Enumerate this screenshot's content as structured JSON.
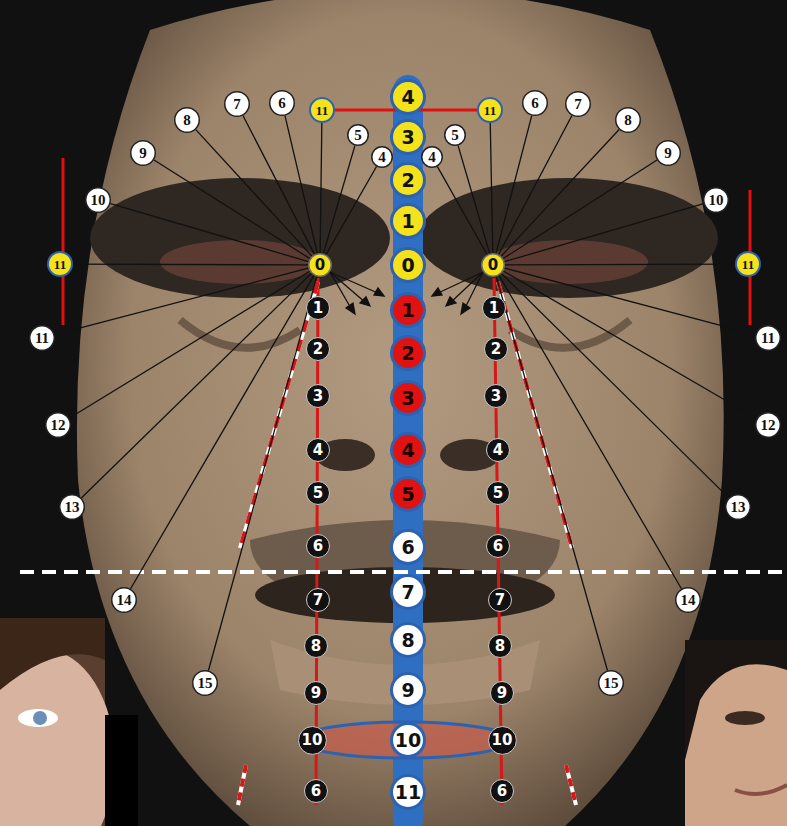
{
  "diagram": {
    "nodes": [
      {
        "text": [
          "4"
        ]
      },
      {
        "text": [
          "3"
        ]
      },
      {
        "text": [
          "2"
        ]
      },
      {
        "text": [
          "1"
        ]
      },
      {
        "text": [
          "0"
        ]
      },
      {
        "text": [
          "1"
        ]
      },
      {
        "text": [
          "2"
        ]
      },
      {
        "text": [
          "3"
        ]
      },
      {
        "text": [
          "4"
        ]
      },
      {
        "text": [
          "5"
        ]
      },
      {
        "text": [
          "6"
        ]
      },
      {
        "text": [
          "7"
        ]
      },
      {
        "text": [
          "8"
        ]
      },
      {
        "text": [
          "9"
        ]
      },
      {
        "text": [
          "10"
        ]
      },
      {
        "text": [
          "11"
        ]
      },
      {
        "text": [
          "0"
        ]
      },
      {
        "text": [
          "0"
        ]
      },
      {
        "text": [
          "4"
        ]
      },
      {
        "text": [
          "5"
        ]
      },
      {
        "text": [
          "11"
        ]
      },
      {
        "text": [
          "6"
        ]
      },
      {
        "text": [
          "7"
        ]
      },
      {
        "text": [
          "8"
        ]
      },
      {
        "text": [
          "9"
        ]
      },
      {
        "text": [
          "10"
        ]
      },
      {
        "text": [
          "11"
        ]
      },
      {
        "text": [
          "11"
        ]
      },
      {
        "text": [
          "12"
        ]
      },
      {
        "text": [
          "13"
        ]
      },
      {
        "text": [
          "14"
        ]
      },
      {
        "text": [
          "15"
        ]
      },
      {
        "text": [
          "4"
        ]
      },
      {
        "text": [
          "5"
        ]
      },
      {
        "text": [
          "11"
        ]
      },
      {
        "text": [
          "6"
        ]
      },
      {
        "text": [
          "7"
        ]
      },
      {
        "text": [
          "8"
        ]
      },
      {
        "text": [
          "9"
        ]
      },
      {
        "text": [
          "10"
        ]
      },
      {
        "text": [
          "11"
        ]
      },
      {
        "text": [
          "11"
        ]
      },
      {
        "text": [
          "12"
        ]
      },
      {
        "text": [
          "13"
        ]
      },
      {
        "text": [
          "14"
        ]
      },
      {
        "text": [
          "15"
        ]
      },
      {
        "text": [
          "1"
        ]
      },
      {
        "text": [
          "2"
        ]
      },
      {
        "text": [
          "3"
        ]
      },
      {
        "text": [
          "4"
        ]
      },
      {
        "text": [
          "5"
        ]
      },
      {
        "text": [
          "6"
        ]
      },
      {
        "text": [
          "7"
        ]
      },
      {
        "text": [
          "8"
        ]
      },
      {
        "text": [
          "9"
        ]
      },
      {
        "text": [
          "10"
        ]
      },
      {
        "text": [
          "6"
        ]
      },
      {
        "text": [
          "1"
        ]
      },
      {
        "text": [
          "2"
        ]
      },
      {
        "text": [
          "3"
        ]
      },
      {
        "text": [
          "4"
        ]
      },
      {
        "text": [
          "5"
        ]
      },
      {
        "text": [
          "6"
        ]
      },
      {
        "text": [
          "7"
        ]
      },
      {
        "text": [
          "8"
        ]
      },
      {
        "text": [
          "9"
        ]
      },
      {
        "text": [
          "10"
        ]
      },
      {
        "text": [
          "6"
        ]
      }
    ],
    "edges": [
      {
        "from": 16,
        "to": 18,
        "arrow": "none"
      },
      {
        "from": 16,
        "to": 19,
        "arrow": "none"
      },
      {
        "from": 16,
        "to": 20,
        "arrow": "none"
      },
      {
        "from": 16,
        "to": 21,
        "arrow": "none"
      },
      {
        "from": 16,
        "to": 22,
        "arrow": "none"
      },
      {
        "from": 16,
        "to": 23,
        "arrow": "none"
      },
      {
        "from": 16,
        "to": 24,
        "arrow": "none"
      },
      {
        "from": 16,
        "to": 25,
        "arrow": "none"
      },
      {
        "from": 16,
        "to": 26,
        "arrow": "none"
      },
      {
        "from": 16,
        "to": 27,
        "arrow": "none"
      },
      {
        "from": 16,
        "to": 28,
        "arrow": "none"
      },
      {
        "from": 16,
        "to": 29,
        "arrow": "none"
      },
      {
        "from": 16,
        "to": 30,
        "arrow": "none"
      },
      {
        "from": 16,
        "to": 31,
        "arrow": "none"
      },
      {
        "from": 17,
        "to": 32,
        "arrow": "none"
      },
      {
        "from": 17,
        "to": 33,
        "arrow": "none"
      },
      {
        "from": 17,
        "to": 34,
        "arrow": "none"
      },
      {
        "from": 17,
        "to": 35,
        "arrow": "none"
      },
      {
        "from": 17,
        "to": 36,
        "arrow": "none"
      },
      {
        "from": 17,
        "to": 37,
        "arrow": "none"
      },
      {
        "from": 17,
        "to": 38,
        "arrow": "none"
      },
      {
        "from": 17,
        "to": 39,
        "arrow": "none"
      },
      {
        "from": 17,
        "to": 40,
        "arrow": "none"
      },
      {
        "from": 17,
        "to": 41,
        "arrow": "none"
      },
      {
        "from": 17,
        "to": 42,
        "arrow": "none"
      },
      {
        "from": 17,
        "to": 43,
        "arrow": "none"
      },
      {
        "from": 17,
        "to": 44,
        "arrow": "none"
      },
      {
        "from": 17,
        "to": 45,
        "arrow": "none"
      },
      {
        "from": 20,
        "to": 34,
        "arrow": "none"
      }
    ]
  }
}
